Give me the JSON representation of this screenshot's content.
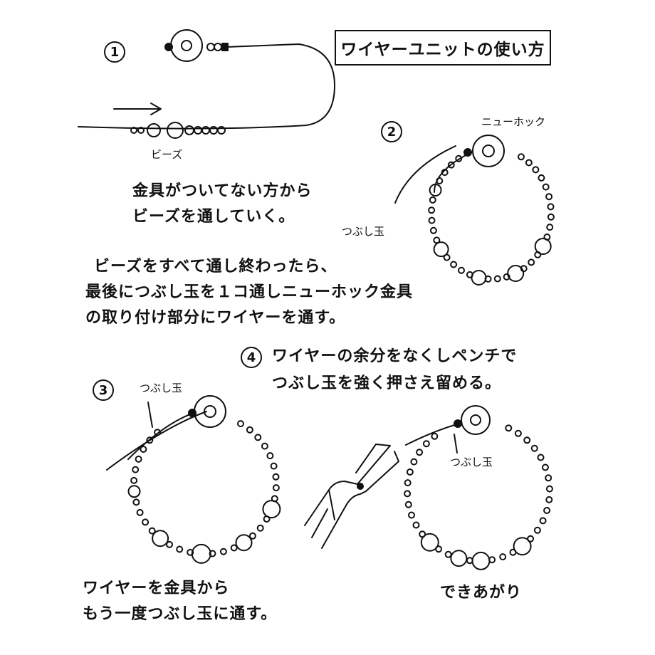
{
  "title": "ワイヤーユニットの使い方",
  "steps": {
    "s1": "1",
    "s2": "2",
    "s3": "3",
    "s4": "4"
  },
  "labels": {
    "beads": "ビーズ",
    "new_hook": "ニューホック",
    "crimp_bead_2": "つぶし玉",
    "crimp_bead_3": "つぶし玉",
    "crimp_bead_4": "つぶし玉"
  },
  "instructions": {
    "step1_line1": "金具がついてない方から",
    "step1_line2": "ビーズを通していく。",
    "step2_line1": "ビーズをすべて通し終わったら、",
    "step2_line2": "最後につぶし玉を１コ通しニューホック金具",
    "step2_line3": "の取り付け部分にワイヤーを通す。",
    "step3_line1": "ワイヤーを金具から",
    "step3_line2": "もう一度つぶし玉に通す。",
    "step4_line1": "ワイヤーの余分をなくしペンチで",
    "step4_line2": "つぶし玉を強く押さえ留める。",
    "done": "できあがり"
  }
}
